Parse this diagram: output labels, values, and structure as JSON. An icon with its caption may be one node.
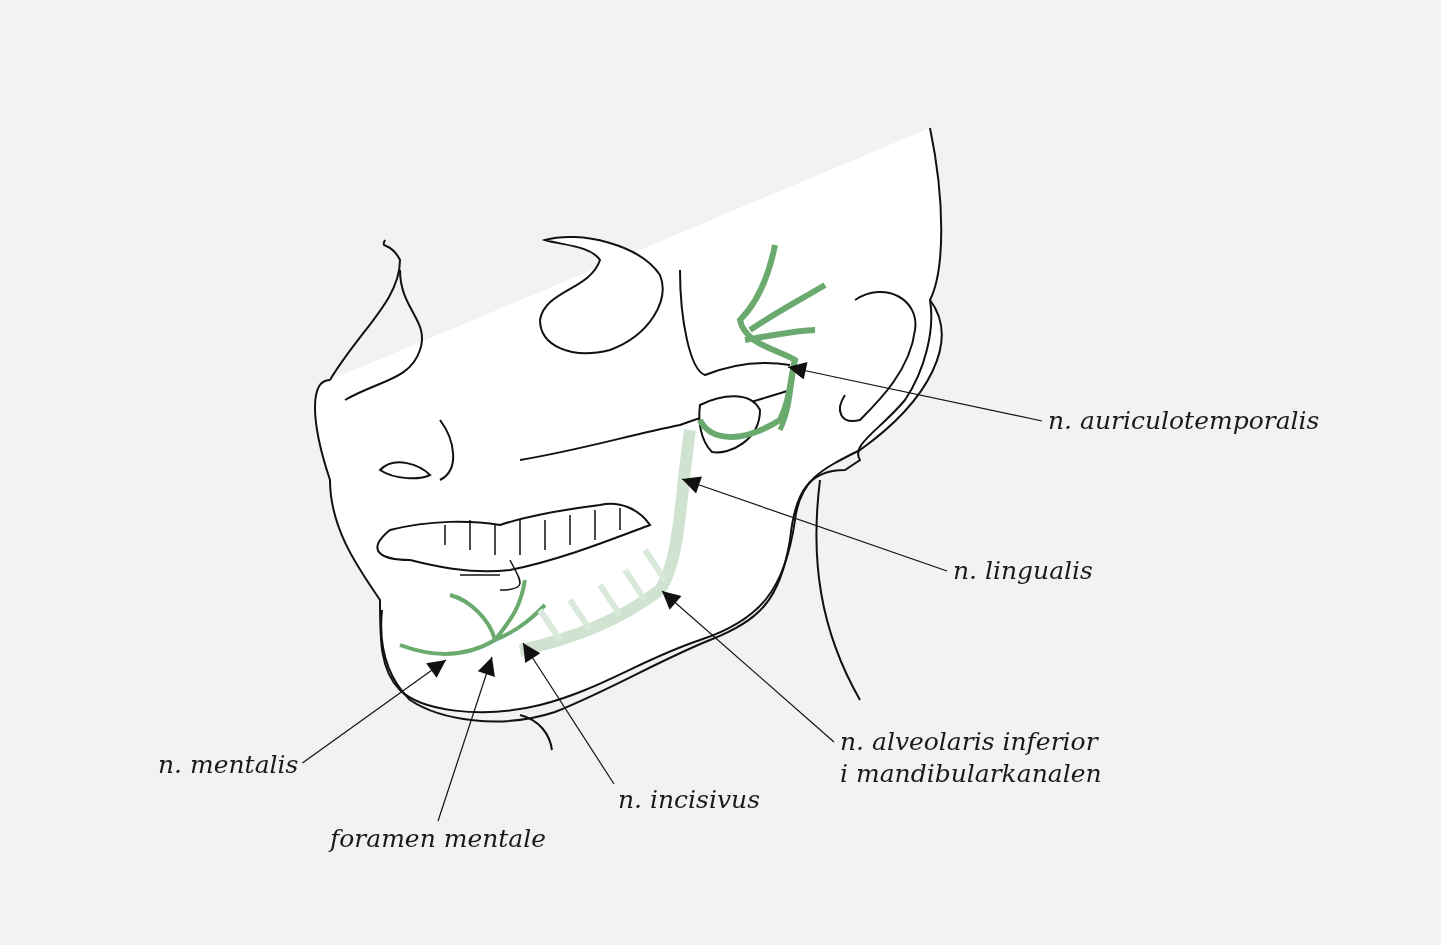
{
  "diagram": {
    "nodes": [
      {
        "text": [
          "n. auriculotemporalis"
        ]
      },
      {
        "text": [
          "n. lingualis"
        ]
      },
      {
        "text": [
          "n. alveolaris inferior i mandibularkanalen"
        ]
      },
      {
        "text": [
          "n. incisivus"
        ]
      },
      {
        "text": [
          "foramen mentale"
        ]
      },
      {
        "text": [
          "n. mentalis"
        ]
      }
    ],
    "edges": [
      {
        "from": 0,
        "to": null,
        "arrow": "to"
      },
      {
        "from": 1,
        "to": null,
        "arrow": "to"
      },
      {
        "from": 2,
        "to": null,
        "arrow": "to"
      },
      {
        "from": 3,
        "to": null,
        "arrow": "to"
      },
      {
        "from": 4,
        "to": null,
        "arrow": "to"
      },
      {
        "from": 5,
        "to": null,
        "arrow": "to"
      }
    ]
  }
}
